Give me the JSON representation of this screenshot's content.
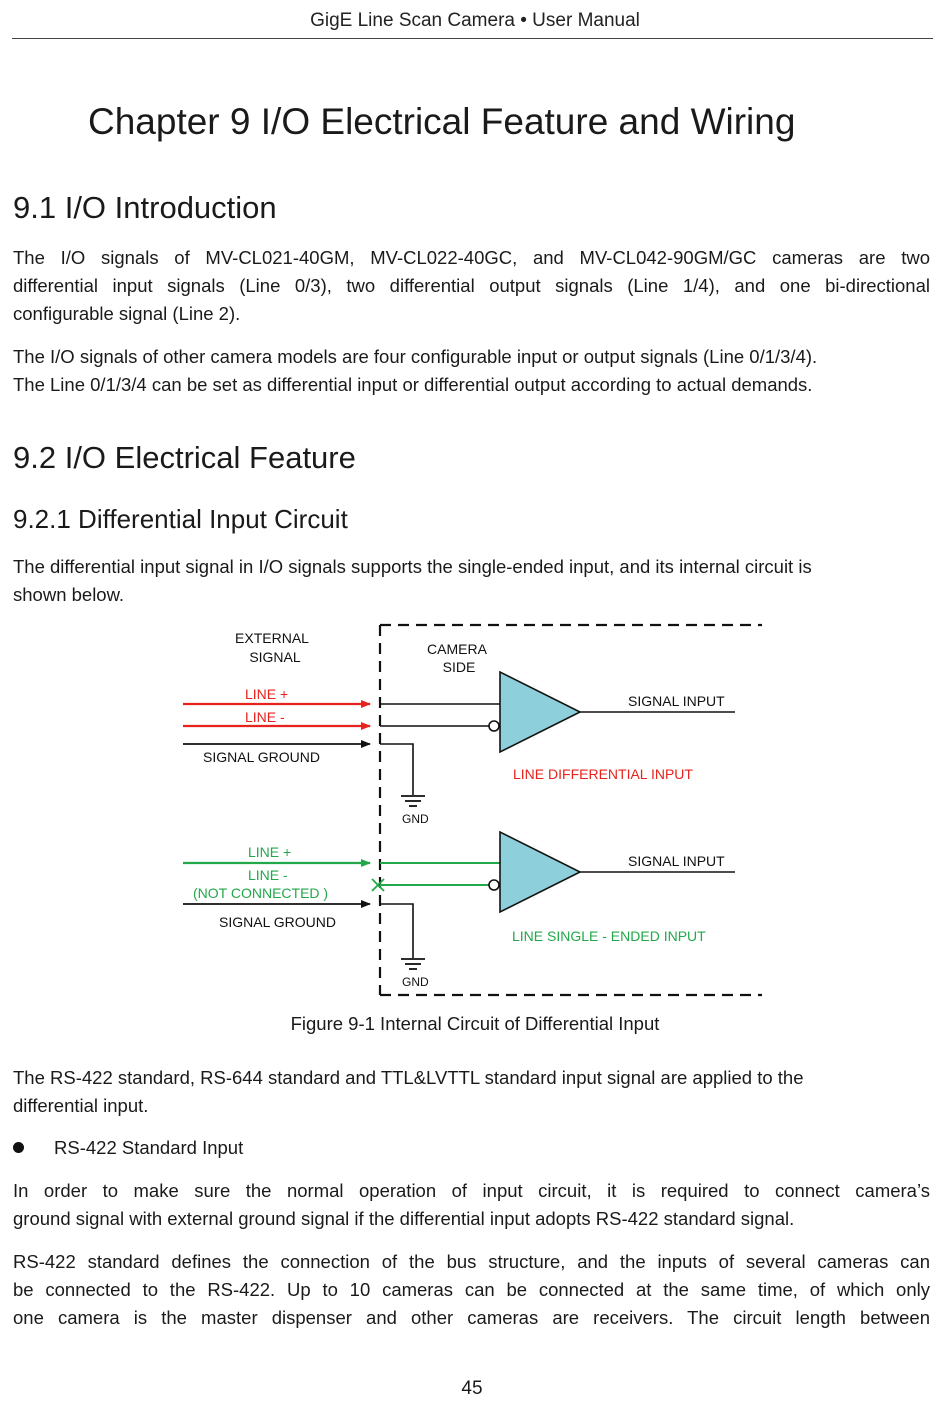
{
  "header": {
    "title": "GigE Line Scan Camera • User Manual"
  },
  "chapter_title": "Chapter 9 I/O Electrical Feature and Wiring",
  "section_9_1": {
    "heading": "9.1 I/O Introduction",
    "para1_lines": [
      "The I/O signals of MV-CL021-40GM, MV-CL022-40GC, and MV-CL042-90GM/GC cameras are two",
      "differential input signals (Line 0/3), two differential output signals (Line 1/4), and one bi-directional",
      "configurable signal (Line 2)."
    ],
    "para2_lines": [
      "The I/O signals of other camera models are four configurable input or output signals (Line 0/1/3/4).",
      "The Line 0/1/3/4 can be set as differential input or differential output according to actual demands."
    ]
  },
  "section_9_2": {
    "heading": "9.2 I/O Electrical Feature",
    "sub_heading": "9.2.1 Differential Input Circuit",
    "intro_lines": [
      "The differential input signal in I/O signals supports the single-ended input, and its internal circuit is",
      "shown below."
    ]
  },
  "figure": {
    "external_signal": [
      "EXTERNAL",
      "SIGNAL"
    ],
    "camera_side": [
      "CAMERA",
      "SIDE"
    ],
    "line_plus": "LINE  +",
    "line_minus": "LINE  -",
    "signal_ground": "SIGNAL GROUND",
    "gnd": "GND",
    "signal_input": "SIGNAL INPUT",
    "diff_input_label": "LINE DIFFERENTIAL INPUT",
    "not_connected": "(NOT CONNECTED      )",
    "single_ended_label": "LINE SINGLE     - ENDED INPUT",
    "colors": {
      "red": "#e8221c",
      "green": "#22a84a",
      "triangle": "#8ecfdc"
    },
    "caption": "Figure 9-1 Internal Circuit of Differential Input"
  },
  "body_after": {
    "para1_lines": [
      "The RS-422 standard, RS-644 standard and TTL&LVTTL standard input signal are applied to the",
      "differential input."
    ],
    "bullet": "RS-422 Standard Input",
    "para2_lines": [
      "In order to make sure the normal operation of input circuit, it is required to connect camera’s",
      "ground signal with external ground signal if the differential input adopts RS-422 standard signal."
    ],
    "para3_lines": [
      "RS-422 standard defines the connection of the bus structure, and the inputs of several cameras can",
      "be connected to the RS-422. Up to 10 cameras can be connected at the same time, of which only",
      "one camera is the master dispenser and other cameras are receivers. The circuit length between"
    ]
  },
  "page_number": "45"
}
